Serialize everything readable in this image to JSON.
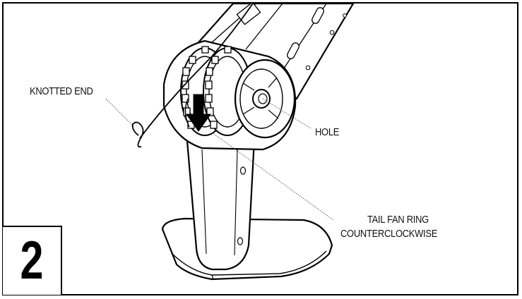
{
  "figure": {
    "step_number": "2",
    "labels": {
      "knotted_end": "KNOTTED END",
      "hole": "HOLE",
      "tail_fan_ring_line1": "TAIL FAN RING",
      "tail_fan_ring_line2": "COUNTERCLOCKWISE"
    }
  }
}
